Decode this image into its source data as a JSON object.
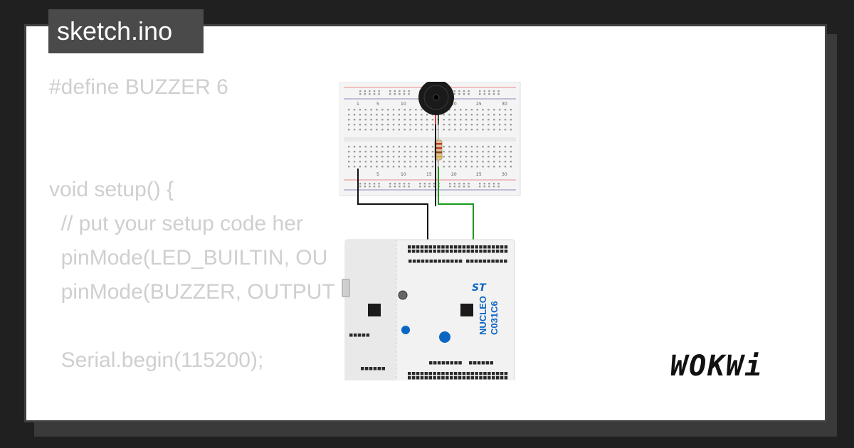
{
  "tab": {
    "filename": "sketch.ino"
  },
  "code": {
    "lines": [
      "#define BUZZER 6",
      "",
      "",
      "void setup() {",
      "  // put your setup code her",
      "  pinMode(LED_BUILTIN, OU",
      "  pinMode(BUZZER, OUTPUT",
      "",
      "  Serial.begin(115200);"
    ]
  },
  "board": {
    "name_line1": "NUCLEO",
    "name_line2": "C031C6",
    "brand": "ST"
  },
  "breadboard": {
    "col_labels": [
      "1",
      "5",
      "10",
      "15",
      "20",
      "25",
      "30"
    ]
  },
  "logo": {
    "text": "WOKWi"
  },
  "colors": {
    "background": "#202020",
    "card": "#ffffff",
    "tab": "#4a4a4a",
    "code_text": "#cfcfcf",
    "wire_black": "#111111",
    "wire_green": "#1a9a1a",
    "board": "#f2f2f2",
    "header_pins": "#2a2a2a",
    "brand_blue": "#0b66c3"
  }
}
